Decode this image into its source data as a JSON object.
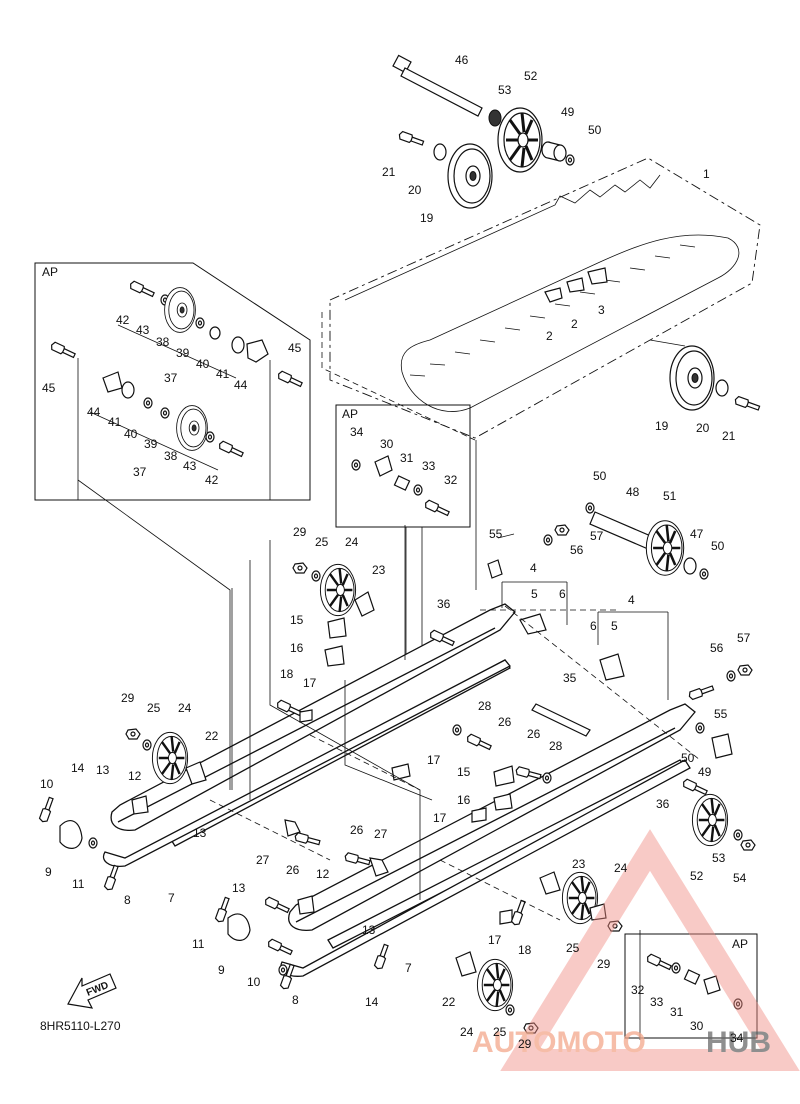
{
  "diagram": {
    "code": "8HR5110-L270",
    "fwd_label": "FWD",
    "ap_label": "AP",
    "watermark": {
      "part1": "AUTOMOTO",
      "part2": "HUB",
      "color1": "#f08a80",
      "color2": "#6a6a6a"
    },
    "callouts": {
      "c46": "46",
      "c52": "52",
      "c53": "53",
      "c49a": "49",
      "c50a": "50",
      "c21a": "21",
      "c20a": "20",
      "c19a": "19",
      "c1": "1",
      "c2a": "2",
      "c2b": "2",
      "c3": "3",
      "c19b": "19",
      "c20b": "20",
      "c21b": "21",
      "c42a": "42",
      "c43a": "43",
      "c38a": "38",
      "c39a": "39",
      "c40a": "40",
      "c41a": "41",
      "c37a": "37",
      "c44a": "44",
      "c45a": "45",
      "c45b": "45",
      "c44b": "44",
      "c41b": "41",
      "c40b": "40",
      "c39b": "39",
      "c38b": "38",
      "c43b": "43",
      "c37b": "37",
      "c42b": "42",
      "c34a": "34",
      "c30a": "30",
      "c31a": "31",
      "c33a": "33",
      "c32a": "32",
      "c29a": "29",
      "c25a": "25",
      "c24a": "24",
      "c23a": "23",
      "c15a": "15",
      "c16a": "16",
      "c18a": "18",
      "c17a": "17",
      "c36a": "36",
      "c50b": "50",
      "c48": "48",
      "c51": "51",
      "c47": "47",
      "c50c": "50",
      "c57a": "57",
      "c56a": "56",
      "c55a": "55",
      "c4a": "4",
      "c5a": "5",
      "c6a": "6",
      "c4b": "4",
      "c6b": "6",
      "c5b": "5",
      "c57b": "57",
      "c56b": "56",
      "c55b": "55",
      "c35": "35",
      "c28a": "28",
      "c26a": "26",
      "c26b": "26",
      "c28b": "28",
      "c17b": "17",
      "c15b": "15",
      "c16b": "16",
      "c17c": "17",
      "c50d": "50",
      "c49b": "49",
      "c36b": "36",
      "c29b": "29",
      "c25b": "25",
      "c24b": "24",
      "c22a": "22",
      "c14a": "14",
      "c13a": "13",
      "c12a": "12",
      "c10a": "10",
      "c13b": "13",
      "c9a": "9",
      "c11a": "11",
      "c8a": "8",
      "c7a": "7",
      "c27a": "27",
      "c26c": "26",
      "c26d": "26",
      "c27b": "27",
      "c13c": "13",
      "c12b": "12",
      "c13d": "13",
      "c23b": "23",
      "c24c": "24",
      "c17d": "17",
      "c18b": "18",
      "c25c": "25",
      "c29c": "29",
      "c11b": "11",
      "c9b": "9",
      "c10b": "10",
      "c8b": "8",
      "c7b": "7",
      "c14b": "14",
      "c22b": "22",
      "c24d": "24",
      "c25d": "25",
      "c29d": "29",
      "c53b": "53",
      "c52b": "52",
      "c54": "54",
      "c32b": "32",
      "c33b": "33",
      "c31b": "31",
      "c30b": "30",
      "c34b": "34"
    }
  }
}
